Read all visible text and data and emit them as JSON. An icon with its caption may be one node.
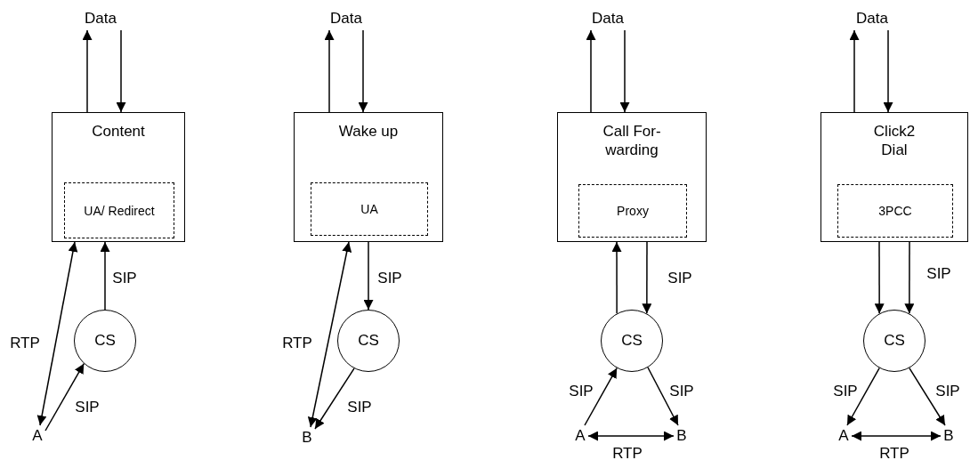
{
  "diagram": {
    "nodes": [
      {
        "text": [
          "Data"
        ]
      },
      {
        "text": [
          "Content"
        ]
      },
      {
        "text": [
          "UA/ Redirect"
        ],
        "in": 1
      },
      {
        "text": [
          "CS"
        ]
      },
      {
        "text": [
          "A"
        ]
      },
      {
        "text": [
          "Data"
        ]
      },
      {
        "text": [
          "Wake up"
        ]
      },
      {
        "text": [
          "UA"
        ],
        "in": 6
      },
      {
        "text": [
          "CS"
        ]
      },
      {
        "text": [
          "B"
        ]
      },
      {
        "text": [
          "Data"
        ]
      },
      {
        "text": [
          "Call For- warding"
        ]
      },
      {
        "text": [
          "Proxy"
        ],
        "in": 11
      },
      {
        "text": [
          "CS"
        ]
      },
      {
        "text": [
          "A"
        ]
      },
      {
        "text": [
          "B"
        ]
      },
      {
        "text": [
          "Data"
        ]
      },
      {
        "text": [
          "Click2 Dial"
        ]
      },
      {
        "text": [
          "3PCC"
        ],
        "in": 17
      },
      {
        "text": [
          "CS"
        ]
      },
      {
        "text": [
          "A"
        ]
      },
      {
        "text": [
          "B"
        ]
      }
    ],
    "edges": [
      {
        "from": 1,
        "to": 0,
        "arrow": "to"
      },
      {
        "from": 0,
        "to": 1,
        "arrow": "to"
      },
      {
        "from": 3,
        "to": 1,
        "arrow": "to",
        "label": "SIP"
      },
      {
        "from": 4,
        "to": 1,
        "arrow": "both",
        "label": "RTP"
      },
      {
        "from": 4,
        "to": 3,
        "arrow": "to",
        "label": "SIP"
      },
      {
        "from": 6,
        "to": 5,
        "arrow": "to"
      },
      {
        "from": 5,
        "to": 6,
        "arrow": "to"
      },
      {
        "from": 6,
        "to": 8,
        "arrow": "to",
        "label": "SIP"
      },
      {
        "from": 9,
        "to": 6,
        "arrow": "both",
        "label": "RTP"
      },
      {
        "from": 8,
        "to": 9,
        "arrow": "to",
        "label": "SIP"
      },
      {
        "from": 11,
        "to": 10,
        "arrow": "to"
      },
      {
        "from": 10,
        "to": 11,
        "arrow": "to"
      },
      {
        "from": 13,
        "to": 11,
        "arrow": "to"
      },
      {
        "from": 11,
        "to": 13,
        "arrow": "to",
        "label": "SIP"
      },
      {
        "from": 14,
        "to": 13,
        "arrow": "to",
        "label": "SIP"
      },
      {
        "from": 13,
        "to": 15,
        "arrow": "to",
        "label": "SIP"
      },
      {
        "from": 14,
        "to": 15,
        "arrow": "both",
        "label": "RTP"
      },
      {
        "from": 17,
        "to": 16,
        "arrow": "to"
      },
      {
        "from": 16,
        "to": 17,
        "arrow": "to"
      },
      {
        "from": 17,
        "to": 19,
        "arrow": "to"
      },
      {
        "from": 17,
        "to": 19,
        "arrow": "to",
        "label": "SIP"
      },
      {
        "from": 19,
        "to": 20,
        "arrow": "to",
        "label": "SIP"
      },
      {
        "from": 19,
        "to": 21,
        "arrow": "to",
        "label": "SIP"
      },
      {
        "from": 20,
        "to": 21,
        "arrow": "both",
        "label": "RTP"
      }
    ]
  }
}
